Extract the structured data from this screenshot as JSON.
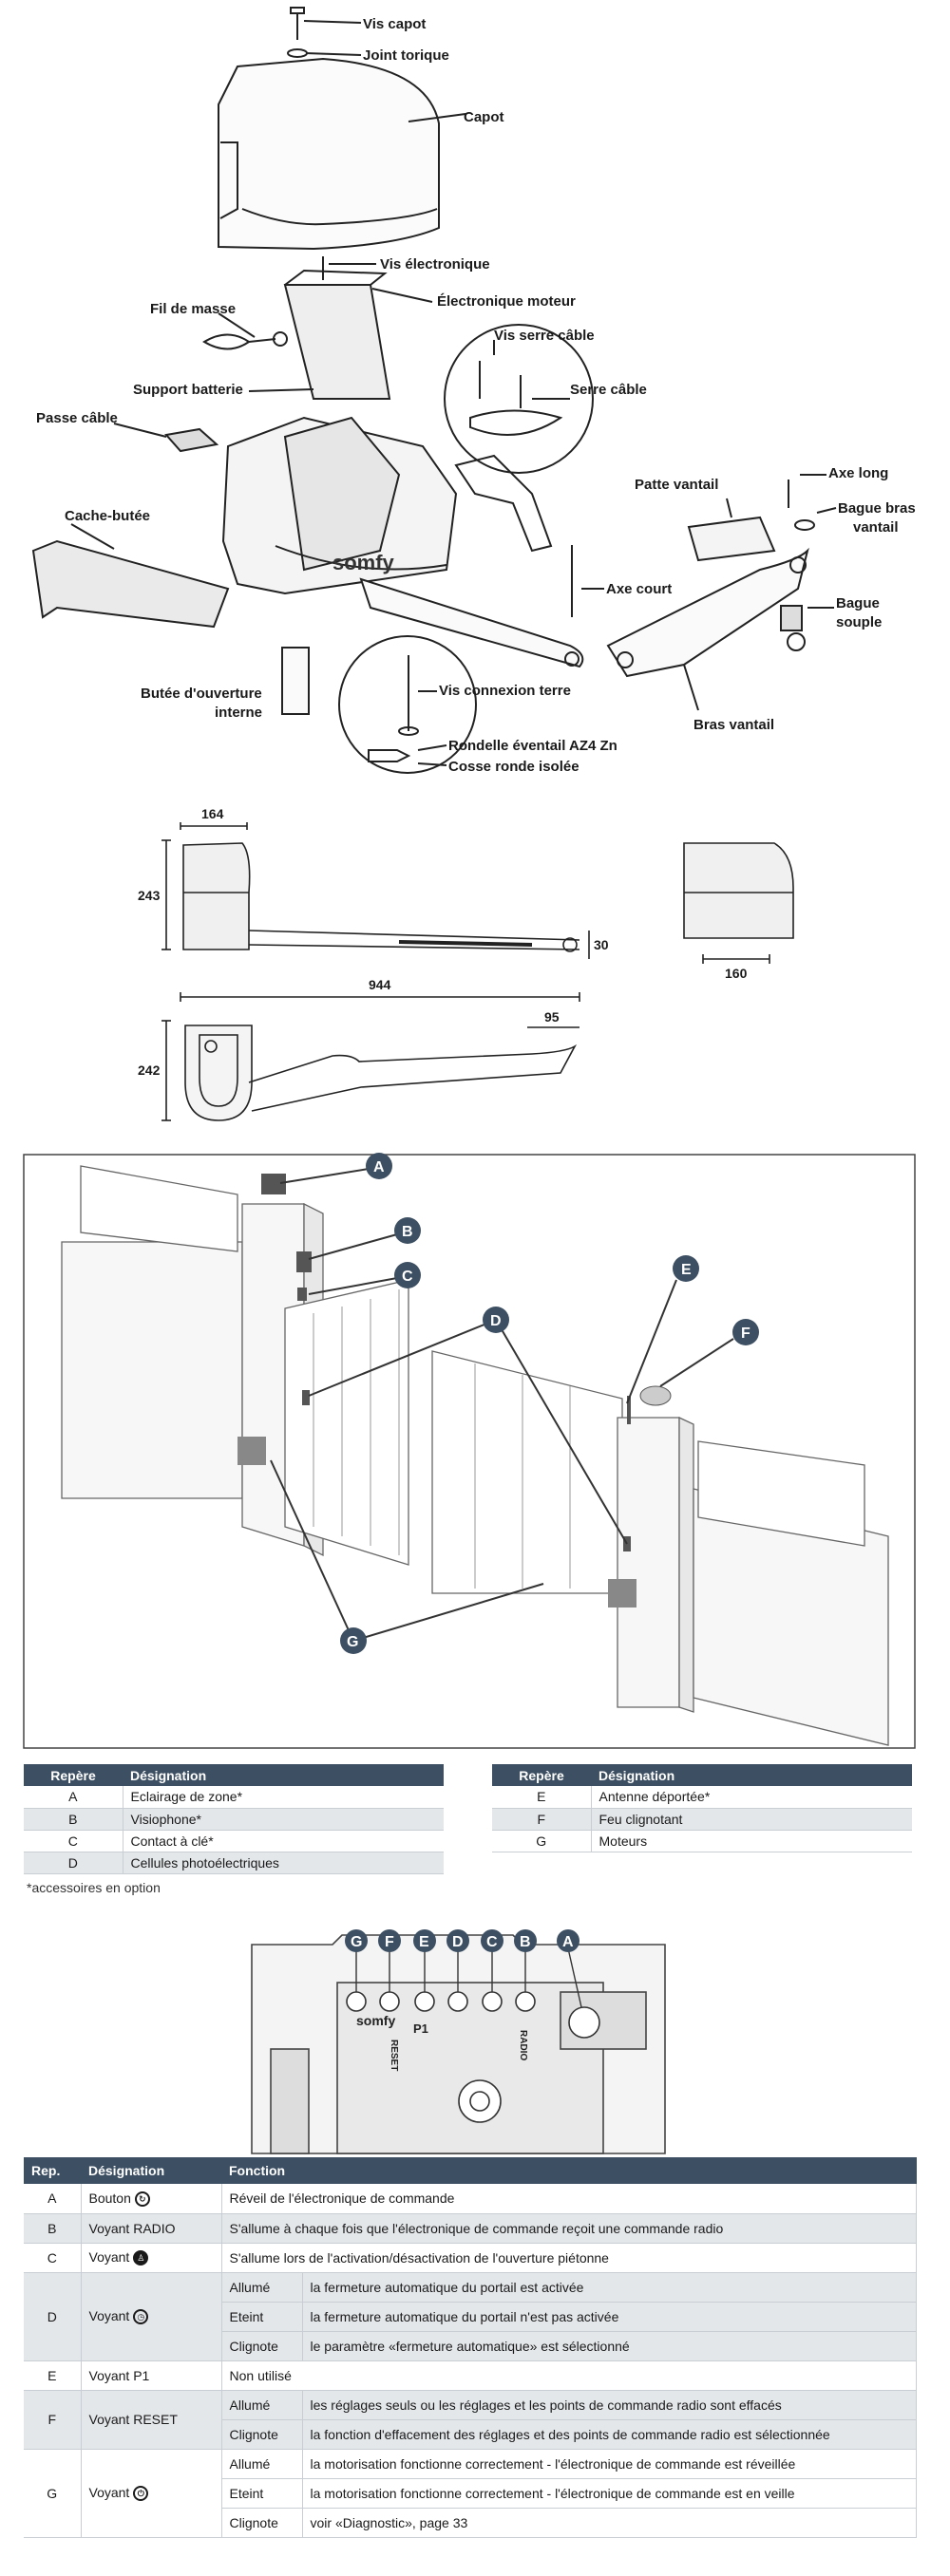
{
  "exploded": {
    "labels": {
      "vis_capot": "Vis capot",
      "joint_torique": "Joint torique",
      "capot": "Capot",
      "vis_electronique": "Vis électronique",
      "fil_masse": "Fil de masse",
      "electronique_moteur": "Électronique moteur",
      "vis_serre_cable": "Vis serre câble",
      "serre_cable": "Serre câble",
      "support_batterie": "Support batterie",
      "passe_cable": "Passe câble",
      "axe_long": "Axe long",
      "patte_vantail": "Patte vantail",
      "bague_bras_1": "Bague bras",
      "bague_bras_2": "vantail",
      "cache_butee": "Cache-butée",
      "axe_court": "Axe court",
      "bague_souple_1": "Bague",
      "bague_souple_2": "souple",
      "butee_1": "Butée d'ouverture",
      "butee_2": "interne",
      "vis_connexion": "Vis connexion terre",
      "bras_vantail": "Bras vantail",
      "rondelle": "Rondelle éventail AZ4 Zn",
      "cosse": "Cosse ronde isolée",
      "brand": "somfy"
    }
  },
  "dimensions": {
    "w164": "164",
    "h243": "243",
    "d30": "30",
    "w160": "160",
    "w944": "944",
    "h242": "242",
    "d95": "95"
  },
  "install": {
    "markers": [
      "A",
      "B",
      "C",
      "D",
      "E",
      "F",
      "G"
    ]
  },
  "legend": {
    "col_rep": "Repère",
    "col_des": "Désignation",
    "left": [
      {
        "rep": "A",
        "des": "Eclairage de zone*"
      },
      {
        "rep": "B",
        "des": "Visiophone*"
      },
      {
        "rep": "C",
        "des": "Contact à clé*"
      },
      {
        "rep": "D",
        "des": "Cellules photoélectriques"
      }
    ],
    "right": [
      {
        "rep": "E",
        "des": "Antenne déportée*"
      },
      {
        "rep": "F",
        "des": "Feu clignotant"
      },
      {
        "rep": "G",
        "des": "Moteurs"
      }
    ],
    "note": "*accessoires en option"
  },
  "board": {
    "letters": [
      "G",
      "F",
      "E",
      "D",
      "C",
      "B",
      "A"
    ],
    "p1": "P1",
    "reset": "RESET",
    "radio": "RADIO",
    "brand": "somfy"
  },
  "functions": {
    "col_rep": "Rep.",
    "col_des": "Désignation",
    "col_fn": "Fonction",
    "A": {
      "rep": "A",
      "des": "Bouton",
      "fn": "Réveil de l'électronique de commande"
    },
    "B": {
      "rep": "B",
      "des": "Voyant RADIO",
      "fn": "S'allume à chaque fois que l'électronique de commande reçoit une commande radio"
    },
    "C": {
      "rep": "C",
      "des": "Voyant",
      "fn": "S'allume lors de l'activation/désactivation de l'ouverture piétonne"
    },
    "D": {
      "rep": "D",
      "des": "Voyant",
      "s1": "Allumé",
      "f1": "la fermeture automatique du portail est activée",
      "s2": "Eteint",
      "f2": "la fermeture automatique du portail n'est pas activée",
      "s3": "Clignote",
      "f3": "le paramètre «fermeture automatique» est sélectionné"
    },
    "E": {
      "rep": "E",
      "des": "Voyant P1",
      "fn": "Non utilisé"
    },
    "F": {
      "rep": "F",
      "des": "Voyant RESET",
      "s1": "Allumé",
      "f1": "les réglages seuls ou les réglages et les points de commande radio sont effacés",
      "s2": "Clignote",
      "f2": "la fonction d'effacement des réglages et des points de commande radio est sélectionnée"
    },
    "G": {
      "rep": "G",
      "des": "Voyant",
      "s1": "Allumé",
      "f1": "la motorisation fonctionne correctement - l'électronique de commande est réveillée",
      "s2": "Eteint",
      "f2": "la motorisation fonctionne correctement - l'électronique de commande est en veille",
      "s3": "Clignote",
      "f3": "voir «Diagnostic», page 33"
    }
  }
}
